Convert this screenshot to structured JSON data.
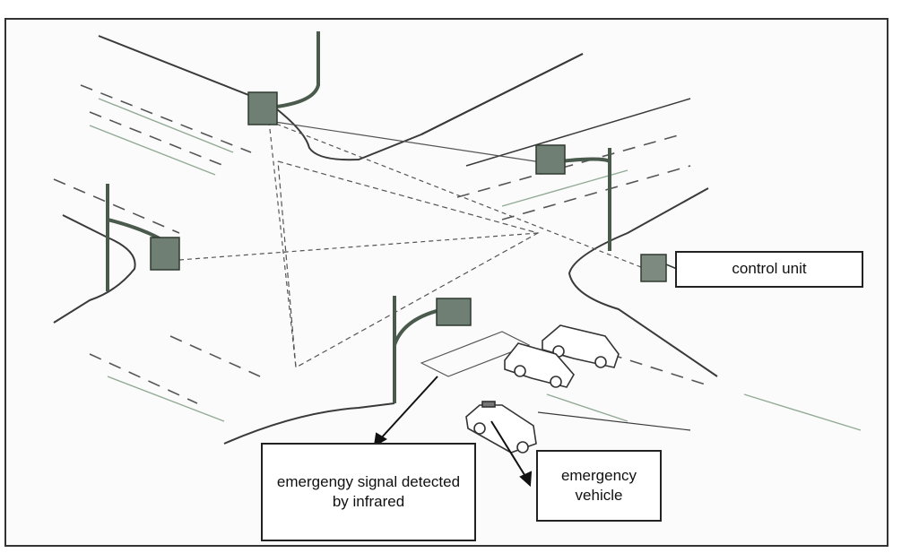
{
  "labels": {
    "control_unit": "control unit",
    "emergency_signal": "emergengy signal detected by infrared",
    "emergency_vehicle": "emergency vehicle"
  },
  "colors": {
    "ink": "#3a3a3a",
    "green_tint": "#6f8f74",
    "paper": "#fbfbfb"
  }
}
